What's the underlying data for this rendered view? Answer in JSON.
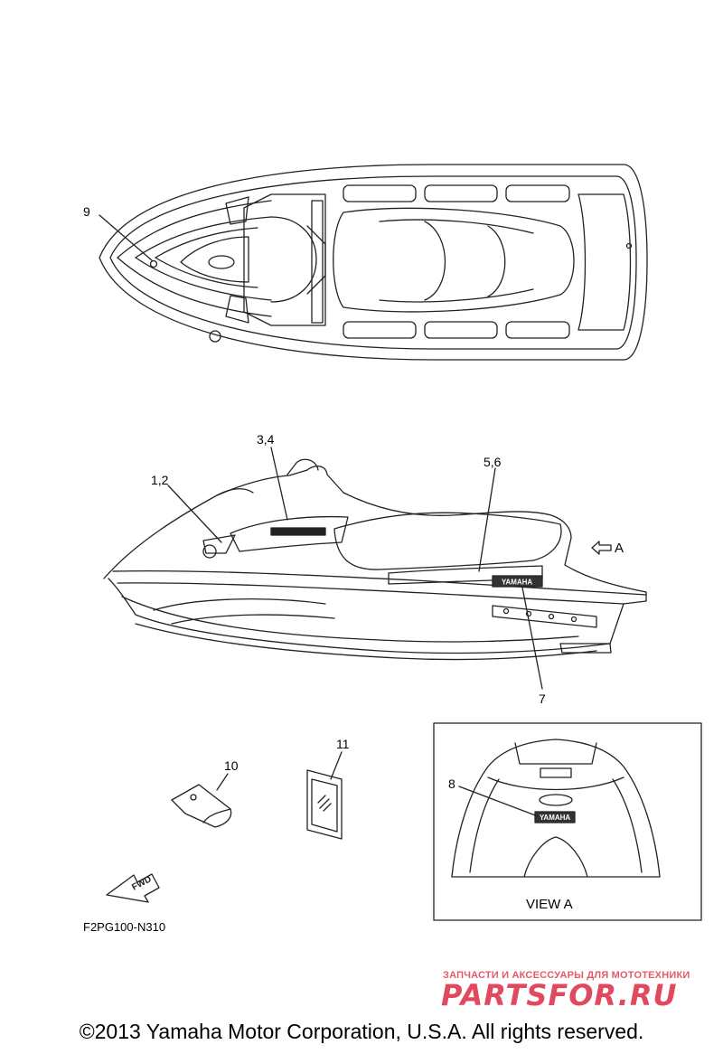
{
  "callouts": {
    "c9": "9",
    "c34": "3,4",
    "c12": "1,2",
    "c56": "5,6",
    "c7": "7",
    "c10": "10",
    "c11": "11",
    "c8": "8"
  },
  "view_box_label": "VIEW A",
  "view_arrow_label": "A",
  "fwd_label": "FWD",
  "decal_text": "YAMAHA",
  "diagram_code": "F2PG100-N310",
  "watermark": {
    "tagline": "ЗАПЧАСТИ И АКСЕССУАРЫ ДЛЯ МОТОТЕХНИКИ",
    "brand": "PARTSFOR.RU"
  },
  "copyright": "©2013 Yamaha Motor Corporation, U.S.A. All rights reserved.",
  "colors": {
    "line": "#222222",
    "watermark": "#e14a5e"
  }
}
